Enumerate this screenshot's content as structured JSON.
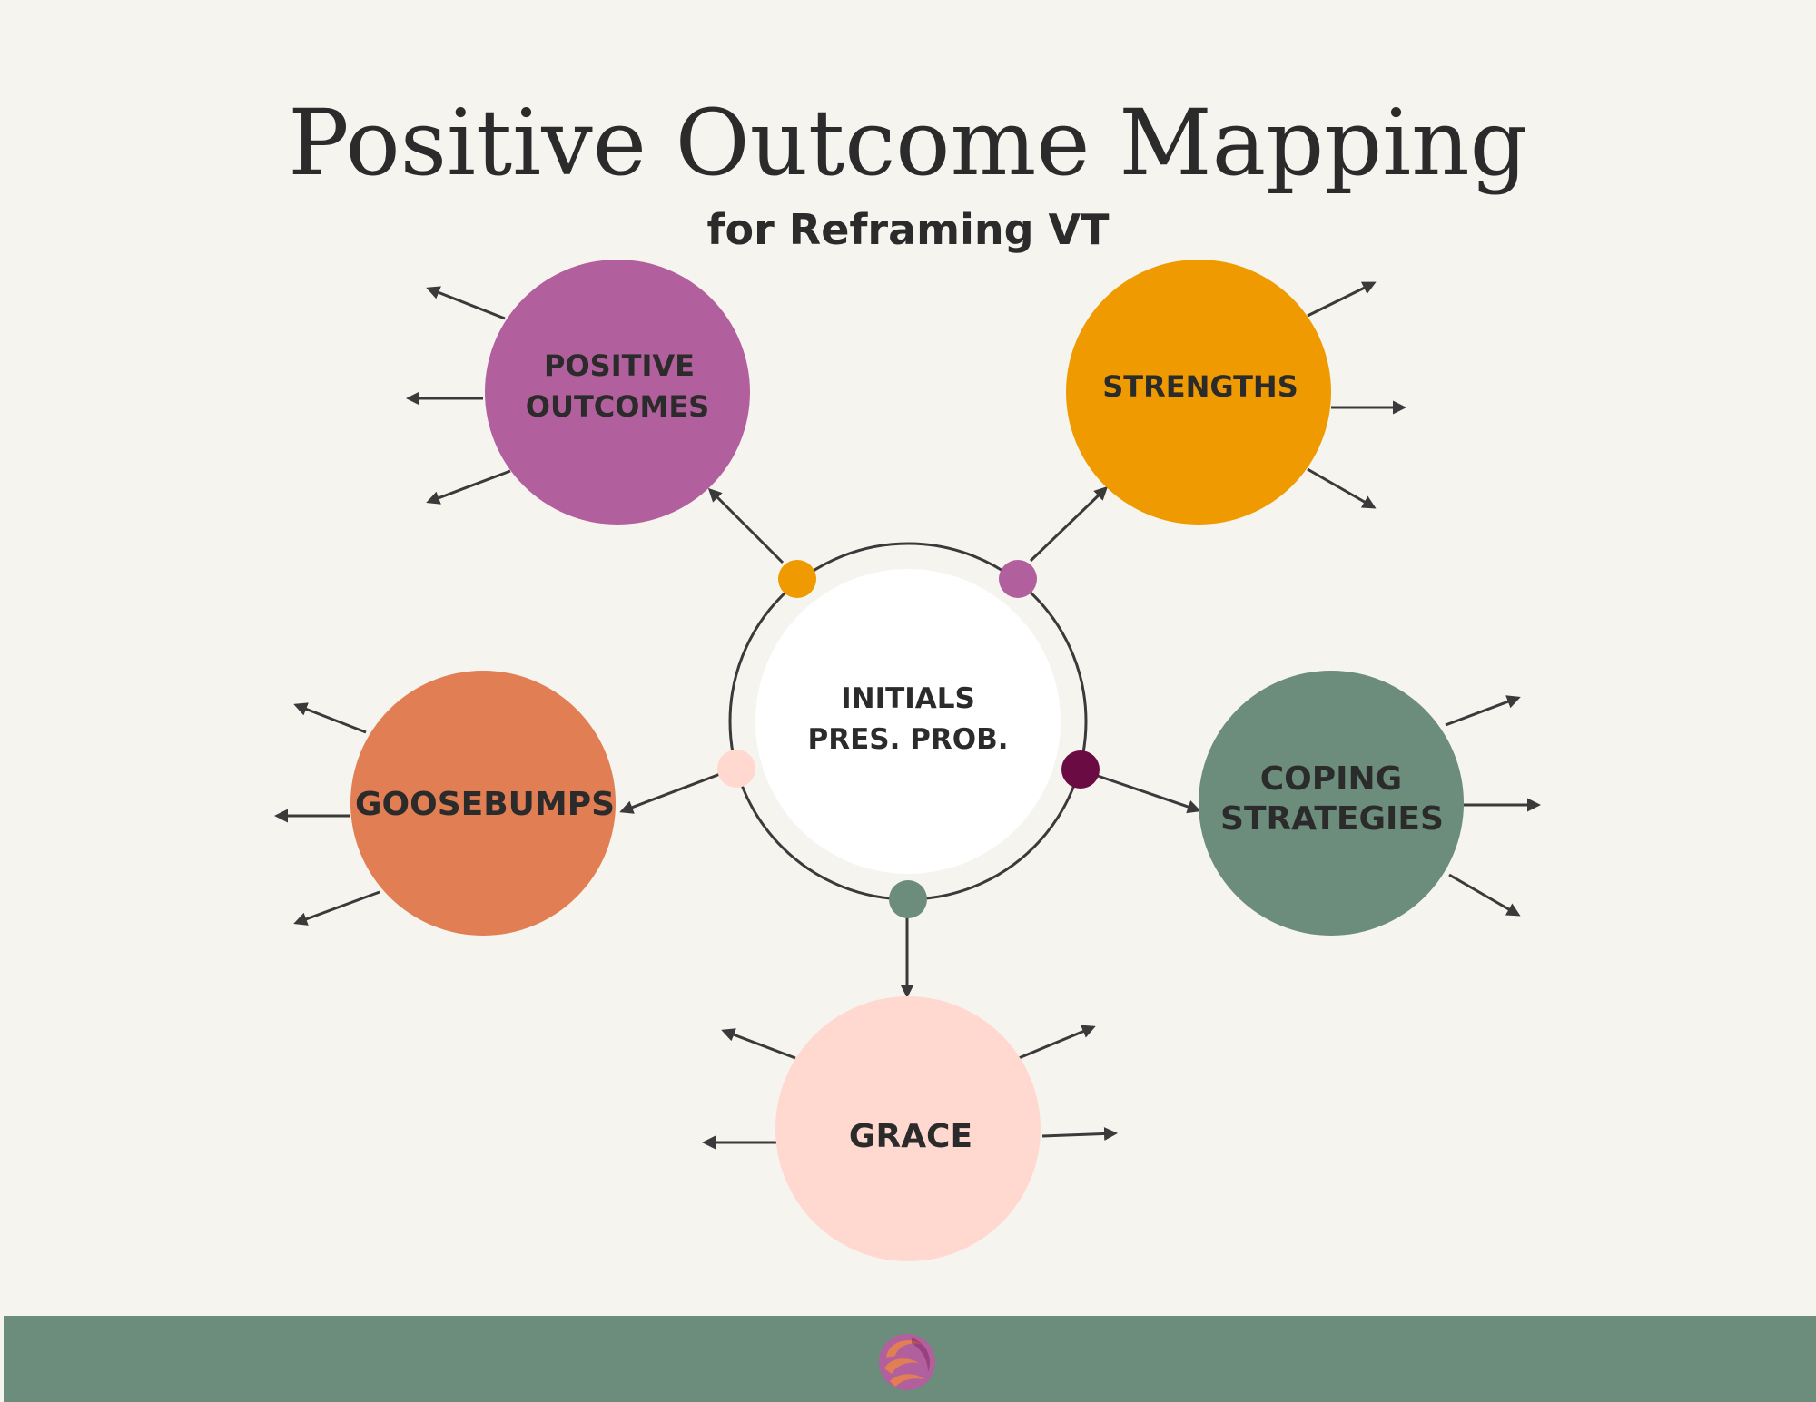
{
  "header": {
    "title": "Positive Outcome Mapping",
    "subtitle": "for Reframing VT"
  },
  "center": {
    "line1": "INITIALS",
    "line2": "PRES. PROB."
  },
  "nodes": {
    "positive_outcomes": {
      "line1": "POSITIVE",
      "line2": "OUTCOMES"
    },
    "strengths": {
      "line1": "STRENGTHS"
    },
    "goosebumps": {
      "line1": "GOOSEBUMPS"
    },
    "coping_strategies": {
      "line1": "COPING",
      "line2": "STRATEGIES"
    },
    "grace": {
      "line1": "GRACE"
    }
  },
  "colors": {
    "background": "#f6f4ef",
    "purple": "#b25f9e",
    "orange": "#ee9a00",
    "terracotta": "#e17e54",
    "sage": "#6c8c7c",
    "blush": "#ffd9d0",
    "plum": "#6b0b43",
    "ink": "#2b2b2b",
    "footer": "#6c8c7c"
  },
  "icons": {
    "footer_logo": "swirl-logo-icon"
  }
}
